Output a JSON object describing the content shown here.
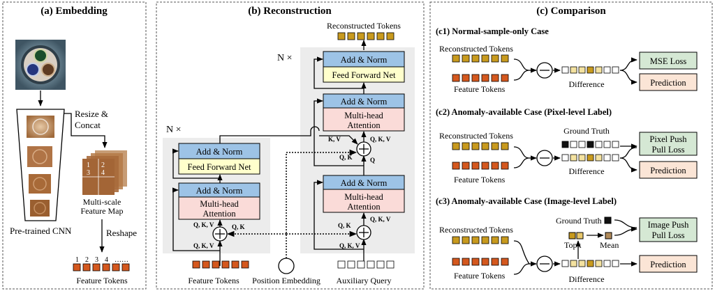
{
  "panels": {
    "embedding": {
      "title": "(a) Embedding",
      "resize_concat": [
        "Resize &",
        "Concat"
      ],
      "feature_map": [
        "Multi-scale",
        "Feature Map"
      ],
      "cnn": "Pre-trained CNN",
      "reshape": "Reshape",
      "token_numbers": [
        "1",
        "2",
        "3",
        "4",
        "……"
      ],
      "grid_numbers": [
        "1",
        "2",
        "3",
        "4"
      ],
      "feature_tokens": "Feature Tokens"
    },
    "reconstruction": {
      "title": "(b) Reconstruction",
      "reconstructed_tokens": "Reconstructed Tokens",
      "n_times_left": "N ×",
      "n_times_right": "N ×",
      "add_norm": "Add & Norm",
      "ffn": "Feed Forward Net",
      "mha": [
        "Multi-head",
        "Attention"
      ],
      "qkv": "Q, K, V",
      "qk": "Q, K",
      "kv": "K, V",
      "q": "Q",
      "feature_tokens": "Feature Tokens",
      "position_embedding": "Position Embedding",
      "auxiliary_query": "Auxiliary Query"
    },
    "comparison": {
      "title": "(c) Comparison",
      "c1": {
        "title": "(c1) Normal-sample-only Case",
        "reconstructed_tokens": "Reconstructed Tokens",
        "feature_tokens": "Feature Tokens",
        "difference": "Difference",
        "loss": "MSE Loss",
        "prediction": "Prediction"
      },
      "c2": {
        "title": "(c2) Anomaly-available Case (Pixel-level Label)",
        "reconstructed_tokens": "Reconstructed Tokens",
        "feature_tokens": "Feature Tokens",
        "ground_truth": "Ground Truth",
        "difference": "Difference",
        "loss": [
          "Pixel Push",
          "Pull Loss"
        ],
        "prediction": "Prediction"
      },
      "c3": {
        "title": "(c3) Anomaly-available Case (Image-level Label)",
        "reconstructed_tokens": "Reconstructed Tokens",
        "feature_tokens": "Feature Tokens",
        "ground_truth": "Ground Truth",
        "topk": "Topk",
        "mean": "Mean",
        "difference": "Difference",
        "loss": [
          "Image Push",
          "Pull Loss"
        ],
        "prediction": "Prediction"
      }
    }
  },
  "colors": {
    "recon_token": "#c89a1e",
    "feature_token": "#d4581e",
    "add_norm": "#9dc3e6",
    "ffn": "#ffffcc",
    "mha": "#fadbd8",
    "loss": "#d5e8d4",
    "prediction": "#fbe5d6",
    "grey_region": "#ececec"
  }
}
